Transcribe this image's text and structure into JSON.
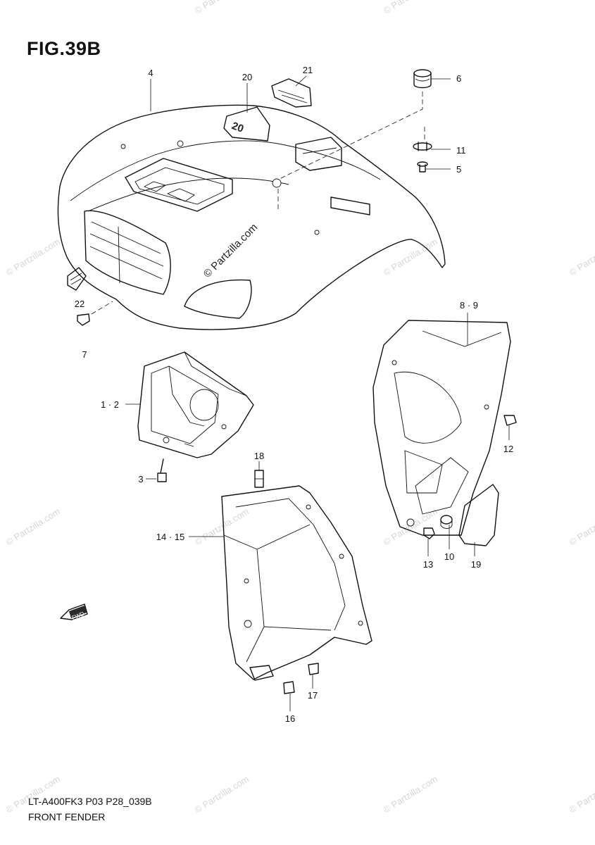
{
  "figure": {
    "title": "FIG.39B",
    "model_code": "LT-A400FK3 P03 P28_039B",
    "assembly_name": "FRONT FENDER",
    "watermark_text": "© Partzilla.com",
    "front_marker_text": "FWD"
  },
  "callouts": [
    {
      "id": "c4",
      "label": "4"
    },
    {
      "id": "c20",
      "label": "20"
    },
    {
      "id": "c21",
      "label": "21"
    },
    {
      "id": "c6",
      "label": "6"
    },
    {
      "id": "c11",
      "label": "11"
    },
    {
      "id": "c5",
      "label": "5"
    },
    {
      "id": "c22",
      "label": "22"
    },
    {
      "id": "c7",
      "label": "7"
    },
    {
      "id": "c89",
      "label": "8 · 9"
    },
    {
      "id": "c12",
      "label": "12"
    },
    {
      "id": "c12l",
      "label": "1 · 2"
    },
    {
      "id": "c3",
      "label": "3"
    },
    {
      "id": "c18",
      "label": "18"
    },
    {
      "id": "c1415",
      "label": "14 · 15"
    },
    {
      "id": "c13",
      "label": "13"
    },
    {
      "id": "c10",
      "label": "10"
    },
    {
      "id": "c19",
      "label": "19"
    },
    {
      "id": "c17",
      "label": "17"
    },
    {
      "id": "c16",
      "label": "16"
    }
  ],
  "colors": {
    "line": "#111111",
    "watermark": "#d6d6d6",
    "background": "#ffffff"
  }
}
